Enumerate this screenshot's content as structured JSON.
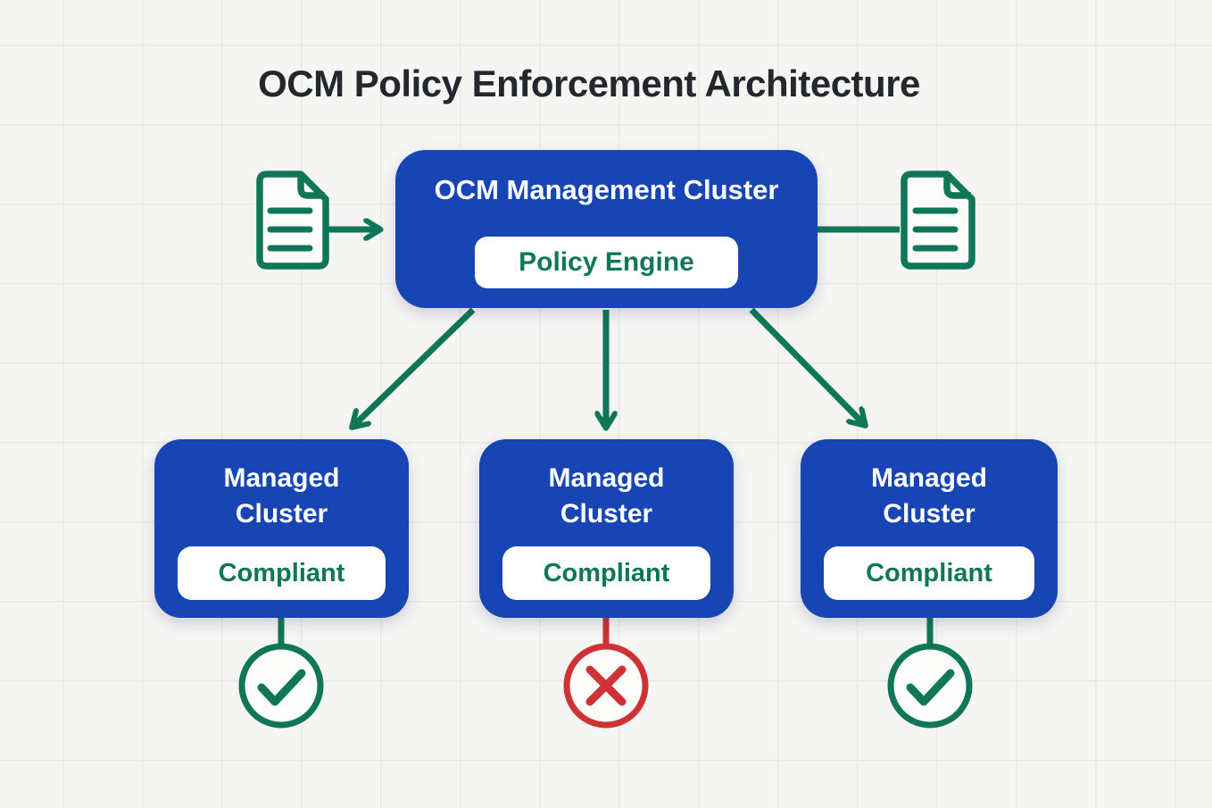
{
  "title": "OCM Policy Enforcement Architecture",
  "colors": {
    "blue": "#1746b4",
    "green": "#0f7757",
    "red": "#ce3235",
    "title_text": "#24282e",
    "badge_bg": "#ffffff",
    "background": "#f5f5f3",
    "grid_line": "#e9e8e5"
  },
  "management_cluster": {
    "label": "OCM Management Cluster",
    "policy_engine_label": "Policy Engine"
  },
  "icons": {
    "left_document": "policy-document-icon",
    "right_document": "policy-document-icon",
    "pass_result": "check-circle-icon",
    "fail_result": "x-circle-icon"
  },
  "managed_clusters": [
    {
      "label": "Managed Cluster",
      "status": "Compliant",
      "result": "pass"
    },
    {
      "label": "Managed Cluster",
      "status": "Compliant",
      "result": "fail"
    },
    {
      "label": "Managed Cluster",
      "status": "Compliant",
      "result": "pass"
    }
  ]
}
